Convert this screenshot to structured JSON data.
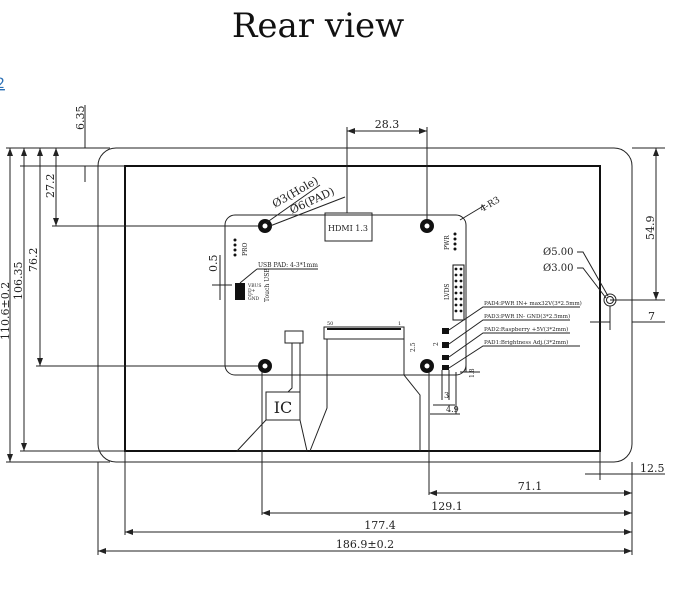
{
  "title": "Rear view",
  "link_fragment": "2",
  "labels": {
    "hole": "Ø3(Hole)",
    "pad": "Ø6(PAD)",
    "hdmi": "HDMI 1.3",
    "corner_radius": "4-R3",
    "pwr": "PWR",
    "pro": "PRO",
    "lvds": "LVDS",
    "usb_pad": "USB PAD: 4-3*1mm",
    "usb_pins": [
      "VBUS",
      "D+",
      "D-",
      "GND"
    ],
    "touch_usb": "Touch USB",
    "ic": "IC",
    "fpc_pin_50": "50",
    "fpc_pin_1": "1",
    "mount_outer": "Ø5.00",
    "mount_inner": "Ø3.00",
    "pads": [
      "PAD4:PWR IN+ max32V(3*2.5mm)",
      "PAD3:PWR IN- GND(3*2.5mm)",
      "PAD2:Raspberry +5V(3*2mm)",
      "PAD1:Brightness Adj.(3*2mm)"
    ]
  },
  "dimensions": {
    "top_hole_spacing": "28.3",
    "top_offset": "6.35",
    "hole_from_top": "27.2",
    "lower_hole_from_top": "76.2",
    "active_height": "106.35",
    "overall_height": "110.6±0.2",
    "board_gap": "0.5",
    "right_hole_from_top": "54.9",
    "right_hole_from_edge": "7",
    "right_margin": "12.5",
    "right_hole_to_edge": "71.1",
    "left_hole_to_edge": "129.1",
    "active_width": "177.4",
    "overall_width": "186.9±0.2",
    "pad_width": "3",
    "pad_offset": "4.9",
    "pad_pitch": "1.8",
    "pad_height": "2.5",
    "pad_small": "2"
  }
}
